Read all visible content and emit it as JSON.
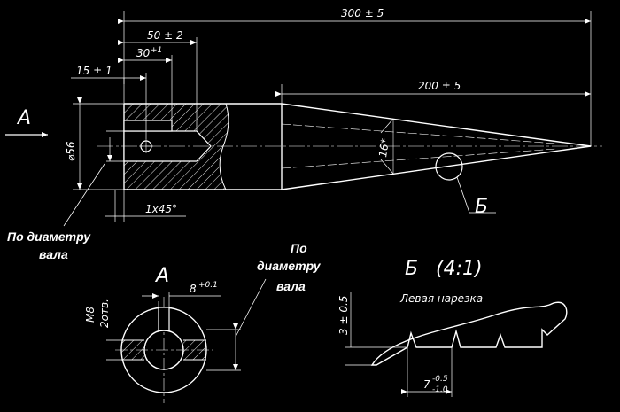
{
  "title_view_a": "А",
  "section_b_title": "Б",
  "scale": "(4:1)",
  "left_thread": "Левая нарезка",
  "callout_b": "Б",
  "dims": {
    "overall": "300 ± 5",
    "tip_length": "200 ± 5",
    "d50": "50 ± 2",
    "d30": "30",
    "d30_tol": "+1",
    "d15": "15 ± 1",
    "diameter": "⌀56",
    "chamfer": "1x45°",
    "angle16": "16*",
    "key8": "8",
    "key8_tol": "+0.1",
    "thread_m8": "M8",
    "thread_count": "2отв.",
    "tooth_h": "3 ± 0.5",
    "tooth_pitch": "7",
    "tooth_pitch_tol_up": "-0.5",
    "tooth_pitch_tol_dn": "-1.0"
  },
  "notes": {
    "shaft_dia_1_line1": "По диаметру",
    "shaft_dia_1_line2": "вала",
    "shaft_dia_2_line1": "По",
    "shaft_dia_2_line2": "диаметру",
    "shaft_dia_2_line3": "вала"
  }
}
